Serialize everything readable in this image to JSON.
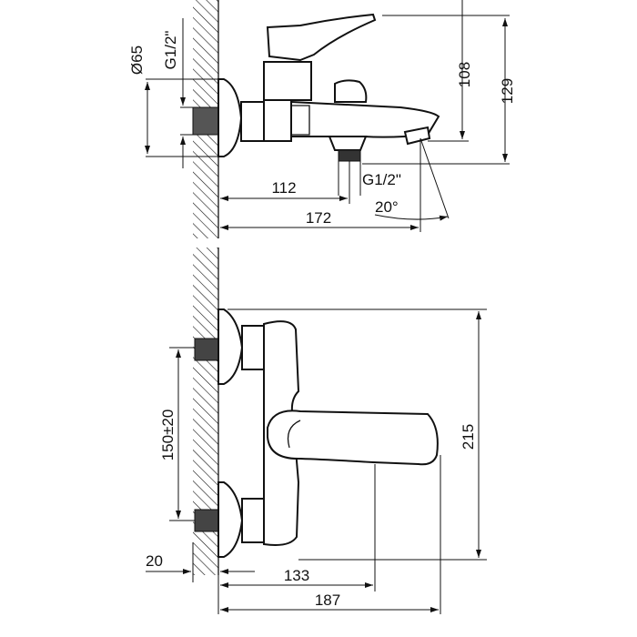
{
  "title": "Bath mixer dimension drawing",
  "side_view": {
    "dim_rosette_diameter": "Ø65",
    "dim_inlet_thread": "G1/2\"",
    "dim_spout_height": "108",
    "dim_total_height": "129",
    "dim_outlet_distance": "112",
    "dim_spout_length": "172",
    "dim_outlet_thread": "G1/2\"",
    "dim_spout_angle": "20°"
  },
  "front_view": {
    "dim_inlet_spacing": "150±20",
    "dim_height": "215",
    "dim_thread_depth": "20",
    "dim_handle_distance": "133",
    "dim_total_depth": "187"
  }
}
